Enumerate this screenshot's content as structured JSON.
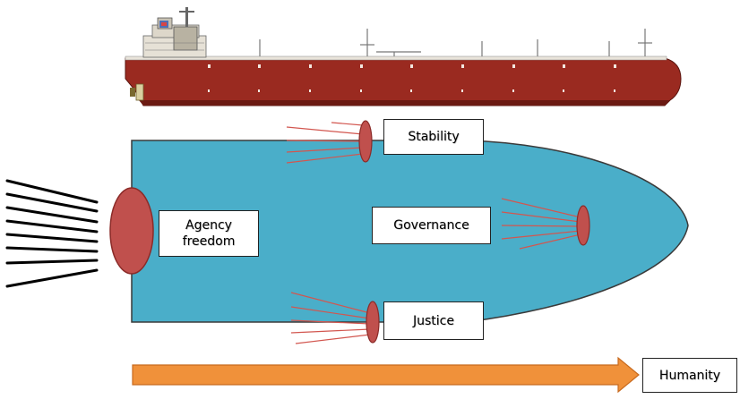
{
  "labels": {
    "stability": "Stability",
    "agency": "Agency freedom",
    "governance": "Governance",
    "justice": "Justice",
    "humanity": "Humanity"
  },
  "colors": {
    "hull_red": "#9a2a20",
    "hull_dark": "#6b1a12",
    "deck_white": "#e9e4da",
    "ship_body": "#4aaec9",
    "ellipse": "#c0504d",
    "ellipse_edge": "#8b2b28",
    "ray": "#d2564f",
    "arrow": "#f0913a",
    "arrow_edge": "#c86a1e"
  },
  "icons": {
    "propulsion_lines": "wake-lines-icon",
    "tanker": "oil-tanker-illustration"
  }
}
